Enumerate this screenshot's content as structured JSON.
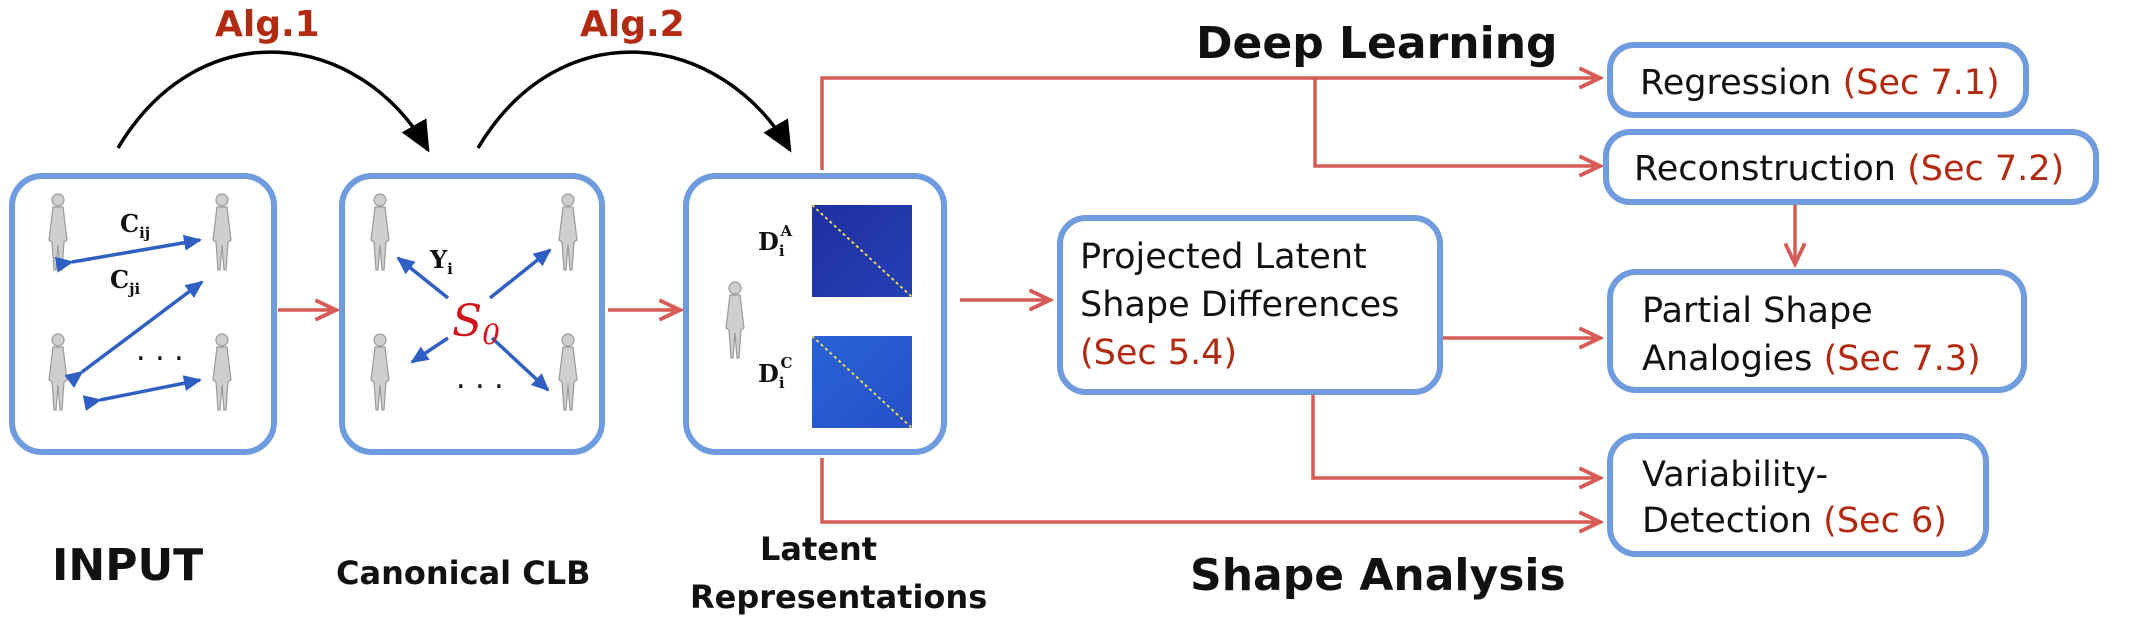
{
  "algorithms": {
    "alg1": "Alg.1",
    "alg2": "Alg.2"
  },
  "headings": {
    "deep_learning": "Deep Learning",
    "shape_analysis": "Shape Analysis"
  },
  "stages": {
    "input": "INPUT",
    "canonical": "Canonical CLB",
    "latent_line1": "Latent",
    "latent_line2": "Representations"
  },
  "math": {
    "c_ij": "C",
    "c_ij_sub": "ij",
    "c_ji": "C",
    "c_ji_sub": "ji",
    "y_i": "Y",
    "y_i_sub": "i",
    "s0": "S",
    "s0_sub": "0",
    "d_a": "D",
    "d_a_sub": "i",
    "d_a_sup": "A",
    "d_c": "D",
    "d_c_sub": "i",
    "d_c_sup": "C",
    "ellipsis": ". . ."
  },
  "nodes": {
    "projected": {
      "line1": "Projected Latent",
      "line2": "Shape Differences",
      "ref": "(Sec 5.4)"
    },
    "regression": {
      "label": "Regression",
      "ref": "(Sec 7.1)"
    },
    "reconstruction": {
      "label": "Reconstruction",
      "ref": "(Sec 7.2)"
    },
    "partial": {
      "line1": "Partial Shape",
      "line2": "Analogies",
      "ref": "(Sec 7.3)"
    },
    "variability": {
      "line1": "Variability-",
      "line2": "Detection",
      "ref": "(Sec 6)"
    }
  },
  "colors": {
    "accent_red": "#b22a12",
    "arrow_red": "#d65a55",
    "box_blue": "#6f9bdf",
    "matrix_blue": "#2136a8",
    "matrix_blue_light": "#2a5ad0"
  }
}
